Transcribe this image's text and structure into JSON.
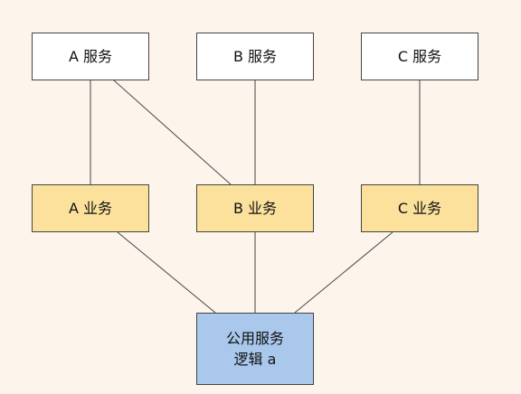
{
  "services": [
    {
      "label": "A 服务"
    },
    {
      "label": "B 服务"
    },
    {
      "label": "C 服务"
    }
  ],
  "businesses": [
    {
      "label": "A 业务"
    },
    {
      "label": "B 业务"
    },
    {
      "label": "C 业务"
    }
  ],
  "common": {
    "line1": "公用服务",
    "line2": "逻辑 a"
  },
  "colors": {
    "background": "#fdf5ec",
    "service_fill": "#ffffff",
    "business_fill": "#fbe19c",
    "common_fill": "#a9c8ec",
    "stroke": "#444444"
  },
  "edges": [
    {
      "from": "A 服务",
      "to": "A 业务"
    },
    {
      "from": "A 服务",
      "to": "B 业务"
    },
    {
      "from": "B 服务",
      "to": "B 业务"
    },
    {
      "from": "C 服务",
      "to": "C 业务"
    },
    {
      "from": "A 业务",
      "to": "公用服务 逻辑 a"
    },
    {
      "from": "B 业务",
      "to": "公用服务 逻辑 a"
    },
    {
      "from": "C 业务",
      "to": "公用服务 逻辑 a"
    }
  ]
}
